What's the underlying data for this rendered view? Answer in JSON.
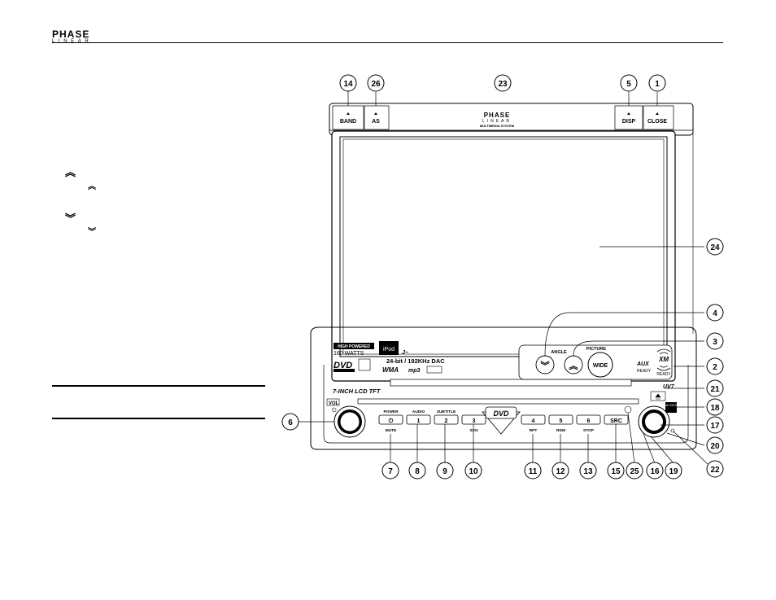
{
  "header": {
    "logo_line1": "PHASE",
    "logo_line2": "LINEAR"
  },
  "left_icons": [
    "chevron-up-double-icon",
    "chevron-up-double-icon",
    "chevron-down-double-icon",
    "chevron-down-double-icon"
  ],
  "panel": {
    "top_buttons": {
      "band": "BAND",
      "as": "AS",
      "disp": "DISP",
      "close": "CLOSE"
    },
    "brand_line1": "PHASE",
    "brand_line2": "LINEAR",
    "brand_sub": "MULTIMEDIA SYSTEM",
    "screen_buttons": {
      "angle": "ANGLE",
      "picture": "PICTURE",
      "wide": "WIDE"
    },
    "badges": {
      "high_powered": "HIGH POWERED",
      "watts": "160 WATTS",
      "ipod": "iPod",
      "dvd": "DVD",
      "dac": "24-bit / 192KHz DAC",
      "wma": "WMA",
      "mp3": "mp3",
      "aux": "AUX",
      "aux_ready": "READY",
      "xm": "XM",
      "xm_ready": "READY",
      "model": "UV7",
      "lcd": "7-INCH LCD TFT",
      "vol": "VOL",
      "push_enter": "Push ENTER"
    },
    "front_buttons": [
      {
        "top": "POWER",
        "num": "⏻",
        "bottom": "MUTE"
      },
      {
        "top": "AUDIO",
        "num": "1",
        "bottom": ""
      },
      {
        "top": "SUBTITLE",
        "num": "2",
        "bottom": ""
      },
      {
        "top": "",
        "num": "3",
        "bottom": "SCN"
      },
      {
        "top": "",
        "num": "4",
        "bottom": "RPT"
      },
      {
        "top": "",
        "num": "5",
        "bottom": "RDM"
      },
      {
        "top": "",
        "num": "6",
        "bottom": "STOP"
      },
      {
        "top": "",
        "num": "SRC",
        "bottom": ""
      }
    ]
  },
  "callouts": [
    "14",
    "26",
    "23",
    "5",
    "1",
    "24",
    "4",
    "3",
    "2",
    "21",
    "18",
    "17",
    "20",
    "22",
    "6",
    "7",
    "8",
    "9",
    "10",
    "11",
    "12",
    "13",
    "15",
    "25",
    "16",
    "19"
  ]
}
